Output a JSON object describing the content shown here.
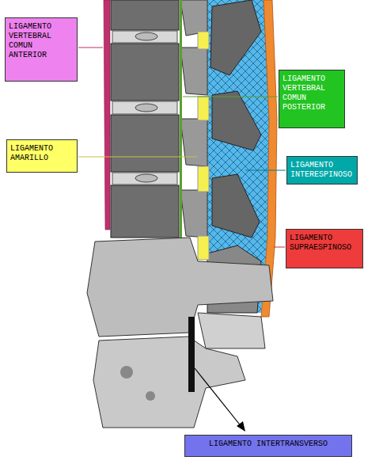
{
  "diagram": {
    "nodes": [
      {
        "text": [
          "LIGAMENTO VERTEBRAL COMUN ANTERIOR"
        ]
      },
      {
        "text": [
          "LIGAMENTO VERTEBRAL COMUN POSTERIOR"
        ]
      },
      {
        "text": [
          "LIGAMENTO AMARILLO"
        ]
      },
      {
        "text": [
          "LIGAMENTO INTERESPINOSO"
        ]
      },
      {
        "text": [
          "LIGAMENTO SUPRAESPINOSO"
        ]
      },
      {
        "text": [
          "LIGAMENTO INTERTRANSVERSO"
        ]
      }
    ]
  }
}
